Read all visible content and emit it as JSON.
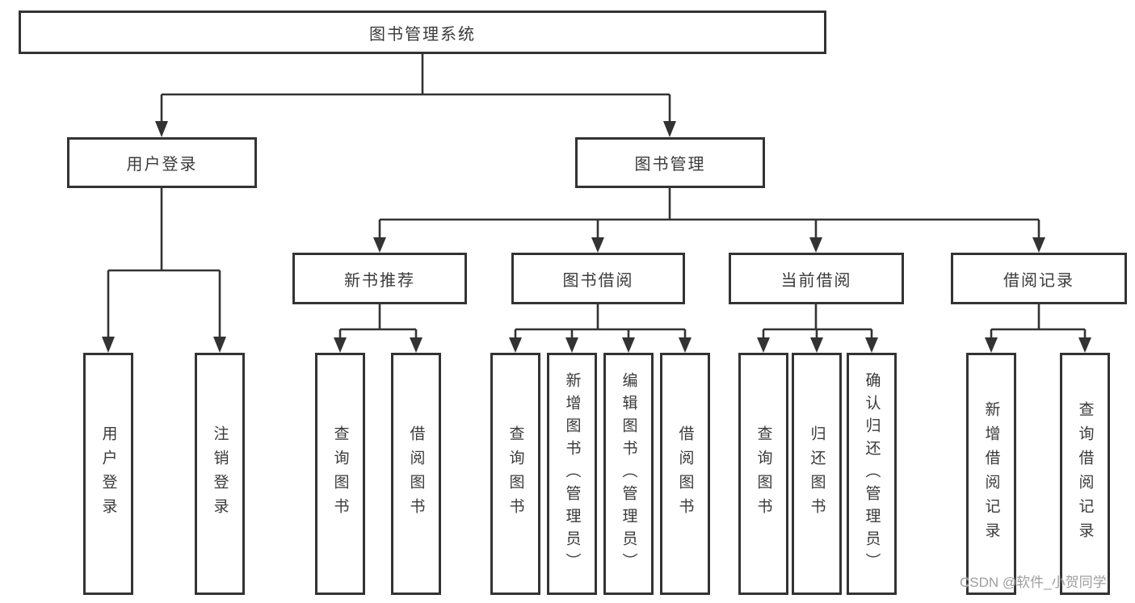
{
  "tree": {
    "label": "图书管理系统",
    "children": [
      {
        "label": "用户登录",
        "children": [
          {
            "label": "用户登录"
          },
          {
            "label": "注销登录"
          }
        ]
      },
      {
        "label": "图书管理",
        "children": [
          {
            "label": "新书推荐",
            "children": [
              {
                "label": "查询图书"
              },
              {
                "label": "借阅图书"
              }
            ]
          },
          {
            "label": "图书借阅",
            "children": [
              {
                "label": "查询图书"
              },
              {
                "label": "新增图书（管理员）"
              },
              {
                "label": "编辑图书（管理员）"
              },
              {
                "label": "借阅图书"
              }
            ]
          },
          {
            "label": "当前借阅",
            "children": [
              {
                "label": "查询图书"
              },
              {
                "label": "归还图书"
              },
              {
                "label": "确认归还（管理员）"
              }
            ]
          },
          {
            "label": "借阅记录",
            "children": [
              {
                "label": "新增借阅记录"
              },
              {
                "label": "查询借阅记录"
              }
            ]
          }
        ]
      }
    ]
  },
  "watermark": {
    "text": "CSDN @软件_小贺同学"
  },
  "colors": {
    "line": "#333333",
    "text": "#3a3a3a",
    "watermark_text": "#9e9e9e",
    "background": "#ffffff"
  }
}
